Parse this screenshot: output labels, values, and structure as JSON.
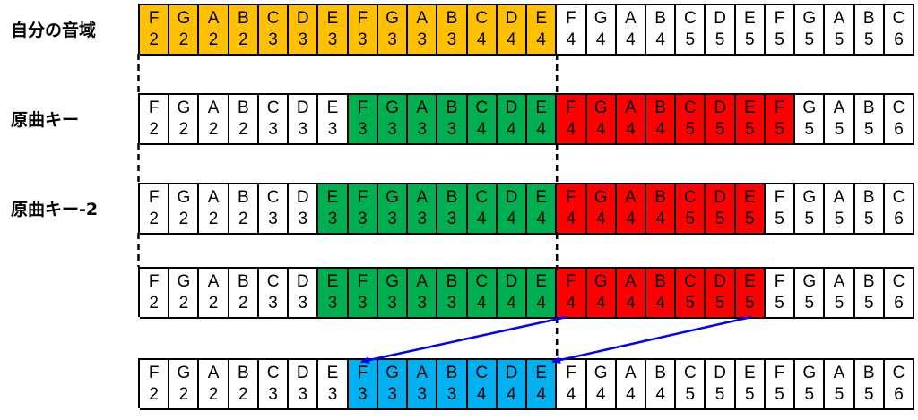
{
  "colors": {
    "own": "#ffc000",
    "green": "#00b050",
    "red": "#ff0000",
    "blue": "#00b0f0",
    "arrow": "#0000ff",
    "default": "#ffffff"
  },
  "rows": [
    {
      "label": "自分の音域",
      "cells": [
        {
          "n": "F",
          "o": "2",
          "c": "own"
        },
        {
          "n": "G",
          "o": "2",
          "c": "own"
        },
        {
          "n": "A",
          "o": "2",
          "c": "own"
        },
        {
          "n": "B",
          "o": "2",
          "c": "own"
        },
        {
          "n": "C",
          "o": "3",
          "c": "own"
        },
        {
          "n": "D",
          "o": "3",
          "c": "own"
        },
        {
          "n": "E",
          "o": "3",
          "c": "own"
        },
        {
          "n": "F",
          "o": "3",
          "c": "own"
        },
        {
          "n": "G",
          "o": "3",
          "c": "own"
        },
        {
          "n": "A",
          "o": "3",
          "c": "own"
        },
        {
          "n": "B",
          "o": "3",
          "c": "own"
        },
        {
          "n": "C",
          "o": "4",
          "c": "own"
        },
        {
          "n": "D",
          "o": "4",
          "c": "own"
        },
        {
          "n": "E",
          "o": "4",
          "c": "own"
        },
        {
          "n": "F",
          "o": "4",
          "c": ""
        },
        {
          "n": "G",
          "o": "4",
          "c": ""
        },
        {
          "n": "A",
          "o": "4",
          "c": ""
        },
        {
          "n": "B",
          "o": "4",
          "c": ""
        },
        {
          "n": "C",
          "o": "5",
          "c": ""
        },
        {
          "n": "D",
          "o": "5",
          "c": ""
        },
        {
          "n": "E",
          "o": "5",
          "c": ""
        },
        {
          "n": "F",
          "o": "5",
          "c": ""
        },
        {
          "n": "G",
          "o": "5",
          "c": ""
        },
        {
          "n": "A",
          "o": "5",
          "c": ""
        },
        {
          "n": "B",
          "o": "5",
          "c": ""
        },
        {
          "n": "C",
          "o": "6",
          "c": ""
        }
      ]
    },
    {
      "label": "原曲キー",
      "cells": [
        {
          "n": "F",
          "o": "2",
          "c": ""
        },
        {
          "n": "G",
          "o": "2",
          "c": ""
        },
        {
          "n": "A",
          "o": "2",
          "c": ""
        },
        {
          "n": "B",
          "o": "2",
          "c": ""
        },
        {
          "n": "C",
          "o": "3",
          "c": ""
        },
        {
          "n": "D",
          "o": "3",
          "c": ""
        },
        {
          "n": "E",
          "o": "3",
          "c": ""
        },
        {
          "n": "F",
          "o": "3",
          "c": "green"
        },
        {
          "n": "G",
          "o": "3",
          "c": "green"
        },
        {
          "n": "A",
          "o": "3",
          "c": "green"
        },
        {
          "n": "B",
          "o": "3",
          "c": "green"
        },
        {
          "n": "C",
          "o": "4",
          "c": "green"
        },
        {
          "n": "D",
          "o": "4",
          "c": "green"
        },
        {
          "n": "E",
          "o": "4",
          "c": "green"
        },
        {
          "n": "F",
          "o": "4",
          "c": "red"
        },
        {
          "n": "G",
          "o": "4",
          "c": "red"
        },
        {
          "n": "A",
          "o": "4",
          "c": "red"
        },
        {
          "n": "B",
          "o": "4",
          "c": "red"
        },
        {
          "n": "C",
          "o": "5",
          "c": "red"
        },
        {
          "n": "D",
          "o": "5",
          "c": "red"
        },
        {
          "n": "E",
          "o": "5",
          "c": "red"
        },
        {
          "n": "F",
          "o": "5",
          "c": "red"
        },
        {
          "n": "G",
          "o": "5",
          "c": ""
        },
        {
          "n": "A",
          "o": "5",
          "c": ""
        },
        {
          "n": "B",
          "o": "5",
          "c": ""
        },
        {
          "n": "C",
          "o": "6",
          "c": ""
        }
      ]
    },
    {
      "label": "原曲キー-2",
      "cells": [
        {
          "n": "F",
          "o": "2",
          "c": ""
        },
        {
          "n": "G",
          "o": "2",
          "c": ""
        },
        {
          "n": "A",
          "o": "2",
          "c": ""
        },
        {
          "n": "B",
          "o": "2",
          "c": ""
        },
        {
          "n": "C",
          "o": "3",
          "c": ""
        },
        {
          "n": "D",
          "o": "3",
          "c": ""
        },
        {
          "n": "E",
          "o": "3",
          "c": "green"
        },
        {
          "n": "F",
          "o": "3",
          "c": "green"
        },
        {
          "n": "G",
          "o": "3",
          "c": "green"
        },
        {
          "n": "A",
          "o": "3",
          "c": "green"
        },
        {
          "n": "B",
          "o": "3",
          "c": "green"
        },
        {
          "n": "C",
          "o": "4",
          "c": "green"
        },
        {
          "n": "D",
          "o": "4",
          "c": "green"
        },
        {
          "n": "E",
          "o": "4",
          "c": "green"
        },
        {
          "n": "F",
          "o": "4",
          "c": "red"
        },
        {
          "n": "G",
          "o": "4",
          "c": "red"
        },
        {
          "n": "A",
          "o": "4",
          "c": "red"
        },
        {
          "n": "B",
          "o": "4",
          "c": "red"
        },
        {
          "n": "C",
          "o": "5",
          "c": "red"
        },
        {
          "n": "D",
          "o": "5",
          "c": "red"
        },
        {
          "n": "E",
          "o": "5",
          "c": "red"
        },
        {
          "n": "F",
          "o": "5",
          "c": ""
        },
        {
          "n": "G",
          "o": "5",
          "c": ""
        },
        {
          "n": "A",
          "o": "5",
          "c": ""
        },
        {
          "n": "B",
          "o": "5",
          "c": ""
        },
        {
          "n": "C",
          "o": "6",
          "c": ""
        }
      ]
    },
    {
      "label": "",
      "cells": [
        {
          "n": "F",
          "o": "2",
          "c": ""
        },
        {
          "n": "G",
          "o": "2",
          "c": ""
        },
        {
          "n": "A",
          "o": "2",
          "c": ""
        },
        {
          "n": "B",
          "o": "2",
          "c": ""
        },
        {
          "n": "C",
          "o": "3",
          "c": ""
        },
        {
          "n": "D",
          "o": "3",
          "c": ""
        },
        {
          "n": "E",
          "o": "3",
          "c": "green"
        },
        {
          "n": "F",
          "o": "3",
          "c": "green"
        },
        {
          "n": "G",
          "o": "3",
          "c": "green"
        },
        {
          "n": "A",
          "o": "3",
          "c": "green"
        },
        {
          "n": "B",
          "o": "3",
          "c": "green"
        },
        {
          "n": "C",
          "o": "4",
          "c": "green"
        },
        {
          "n": "D",
          "o": "4",
          "c": "green"
        },
        {
          "n": "E",
          "o": "4",
          "c": "green"
        },
        {
          "n": "F",
          "o": "4",
          "c": "red"
        },
        {
          "n": "G",
          "o": "4",
          "c": "red"
        },
        {
          "n": "A",
          "o": "4",
          "c": "red"
        },
        {
          "n": "B",
          "o": "4",
          "c": "red"
        },
        {
          "n": "C",
          "o": "5",
          "c": "red"
        },
        {
          "n": "D",
          "o": "5",
          "c": "red"
        },
        {
          "n": "E",
          "o": "5",
          "c": "red"
        },
        {
          "n": "F",
          "o": "5",
          "c": ""
        },
        {
          "n": "G",
          "o": "5",
          "c": ""
        },
        {
          "n": "A",
          "o": "5",
          "c": ""
        },
        {
          "n": "B",
          "o": "5",
          "c": ""
        },
        {
          "n": "C",
          "o": "6",
          "c": ""
        }
      ]
    },
    {
      "label": "",
      "cells": [
        {
          "n": "F",
          "o": "2",
          "c": ""
        },
        {
          "n": "G",
          "o": "2",
          "c": ""
        },
        {
          "n": "A",
          "o": "2",
          "c": ""
        },
        {
          "n": "B",
          "o": "2",
          "c": ""
        },
        {
          "n": "C",
          "o": "3",
          "c": ""
        },
        {
          "n": "D",
          "o": "3",
          "c": ""
        },
        {
          "n": "E",
          "o": "3",
          "c": ""
        },
        {
          "n": "F",
          "o": "3",
          "c": "blue"
        },
        {
          "n": "G",
          "o": "3",
          "c": "blue"
        },
        {
          "n": "A",
          "o": "3",
          "c": "blue"
        },
        {
          "n": "B",
          "o": "3",
          "c": "blue"
        },
        {
          "n": "C",
          "o": "4",
          "c": "blue"
        },
        {
          "n": "D",
          "o": "4",
          "c": "blue"
        },
        {
          "n": "E",
          "o": "4",
          "c": "blue"
        },
        {
          "n": "F",
          "o": "4",
          "c": ""
        },
        {
          "n": "G",
          "o": "4",
          "c": ""
        },
        {
          "n": "A",
          "o": "4",
          "c": ""
        },
        {
          "n": "B",
          "o": "4",
          "c": ""
        },
        {
          "n": "C",
          "o": "5",
          "c": ""
        },
        {
          "n": "D",
          "o": "5",
          "c": ""
        },
        {
          "n": "E",
          "o": "5",
          "c": ""
        },
        {
          "n": "F",
          "o": "5",
          "c": ""
        },
        {
          "n": "G",
          "o": "5",
          "c": ""
        },
        {
          "n": "A",
          "o": "5",
          "c": ""
        },
        {
          "n": "B",
          "o": "5",
          "c": ""
        },
        {
          "n": "C",
          "o": "6",
          "c": ""
        }
      ]
    }
  ]
}
